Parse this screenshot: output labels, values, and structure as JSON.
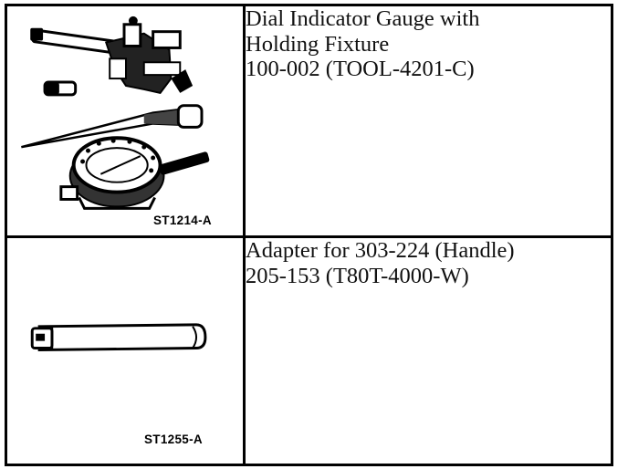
{
  "tools": [
    {
      "illustration_code": "ST1214-A",
      "illustration_icon": "dial-indicator-with-holding-fixture-icon",
      "name_lines": [
        "Dial Indicator Gauge with",
        "Holding Fixture"
      ],
      "part_number": "100-002 (TOOL-4201-C)"
    },
    {
      "illustration_code": "ST1255-A",
      "illustration_icon": "handle-adapter-icon",
      "name_lines": [
        "Adapter for 303-224 (Handle)"
      ],
      "part_number": "205-153 (T80T-4000-W)"
    }
  ]
}
